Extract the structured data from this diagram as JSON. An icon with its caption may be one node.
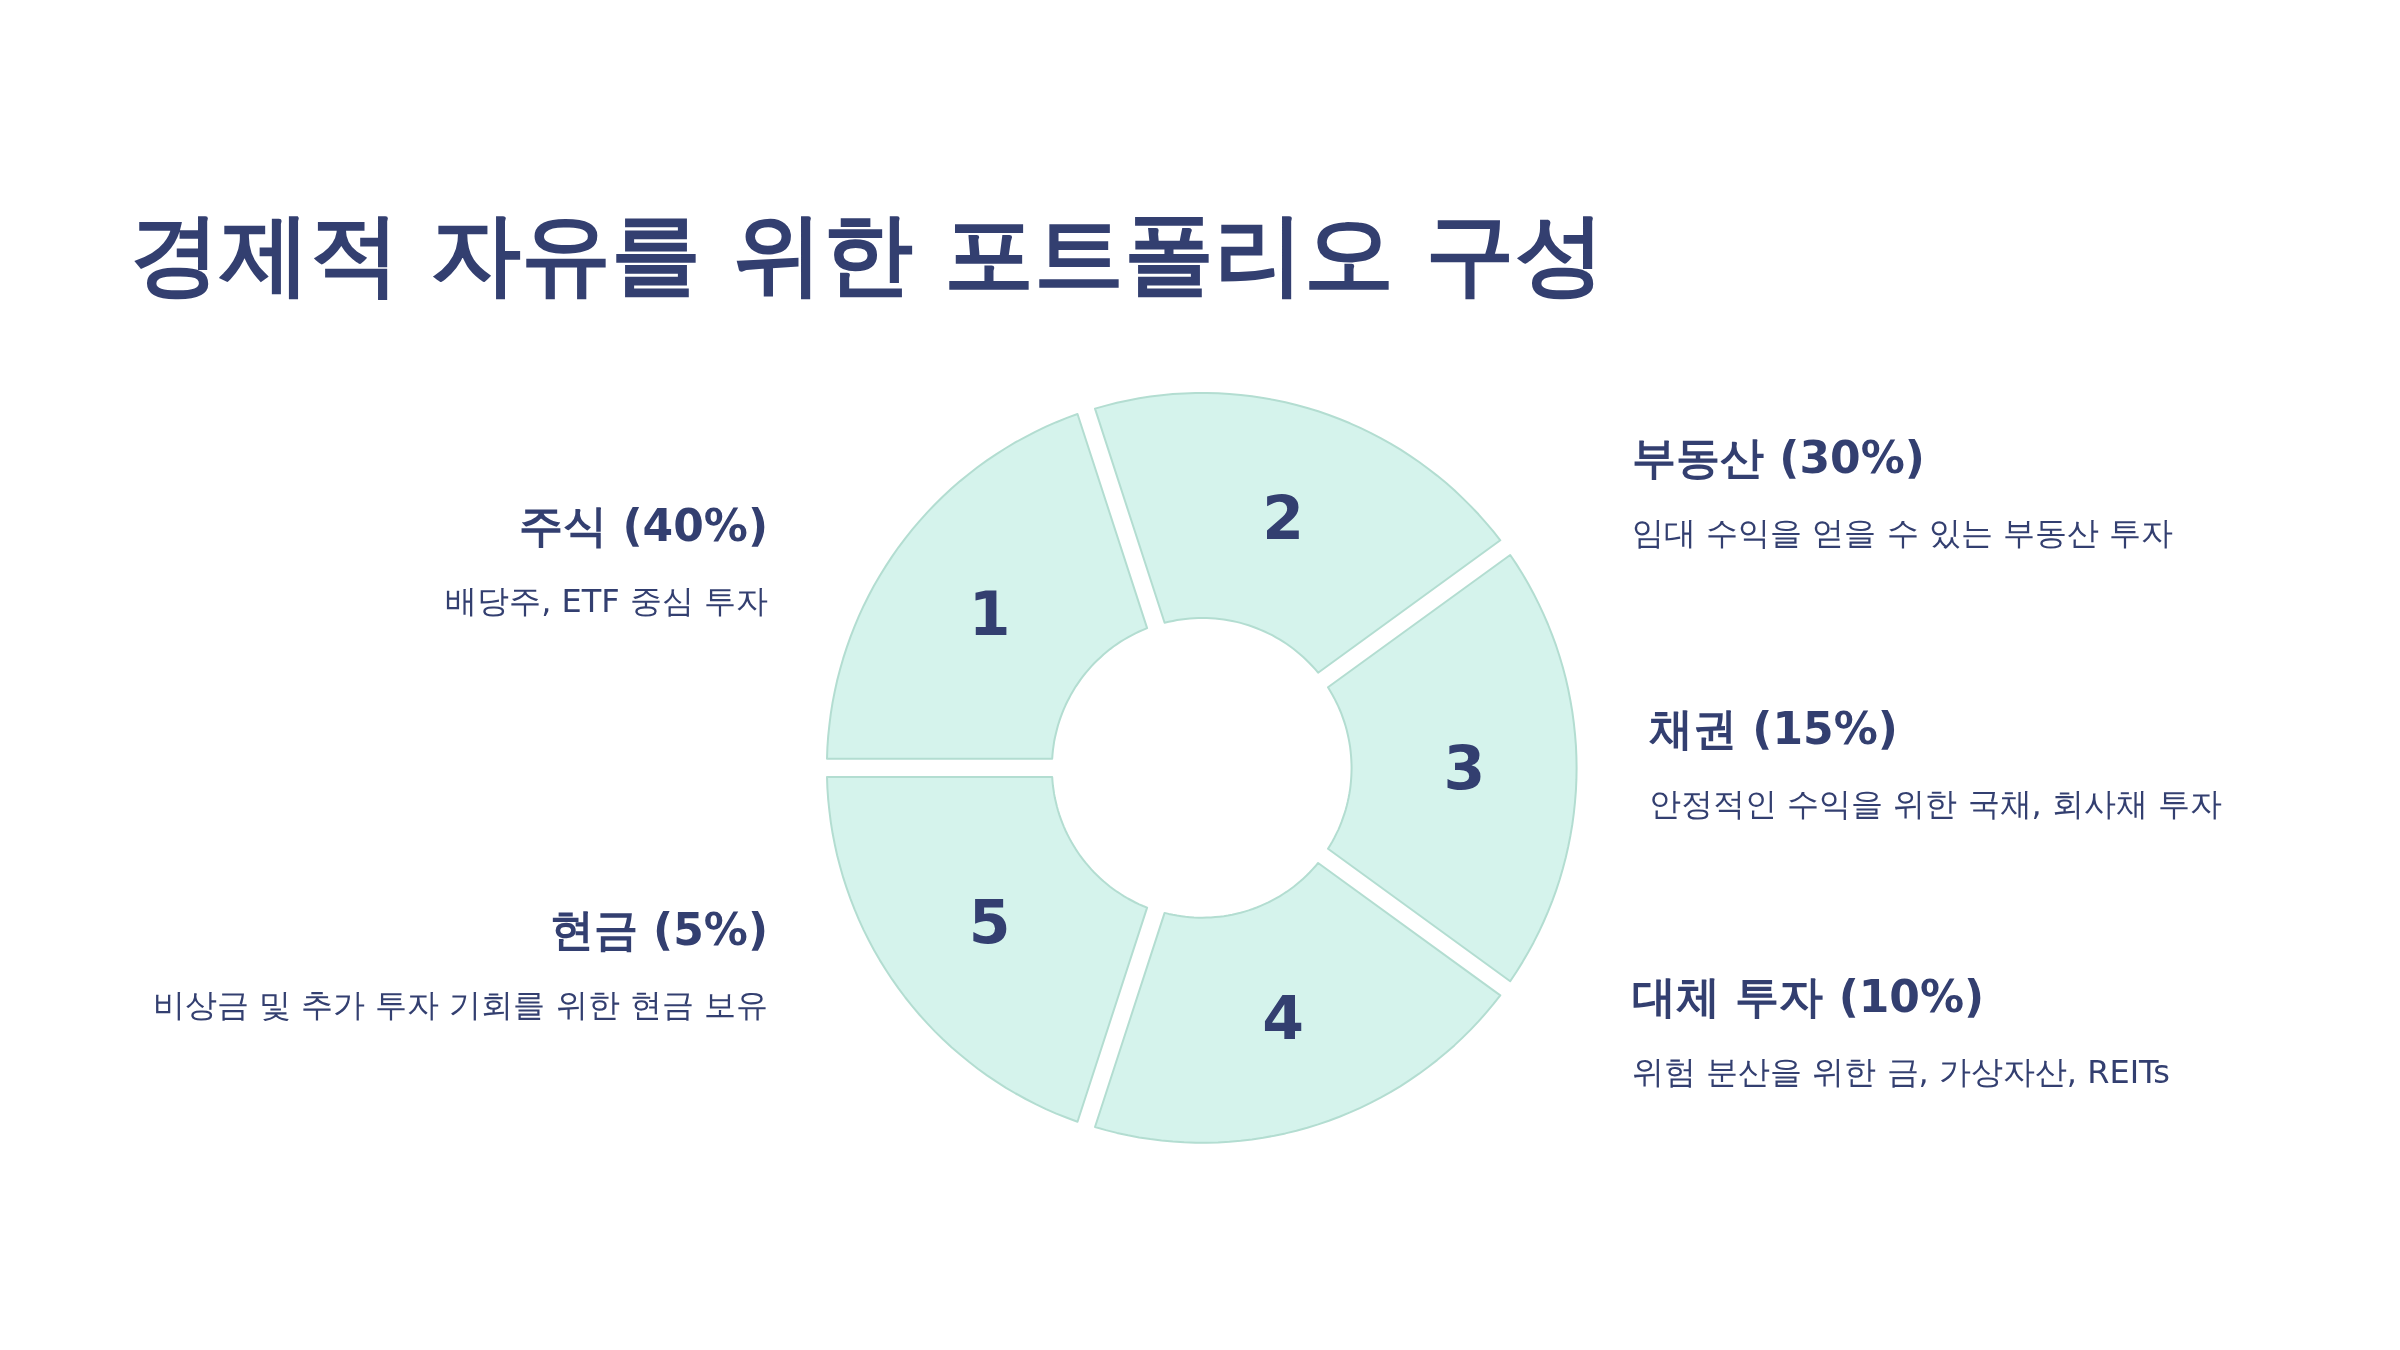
{
  "diagram": {
    "title": "경제적 자유를 위한 포트폴리오 구성",
    "nodes": [
      {
        "text": [
          "1"
        ],
        "beside": [
          "주식 (40%)",
          "배당주, ETF 중심 투자"
        ]
      },
      {
        "text": [
          "2"
        ],
        "beside": [
          "부동산 (30%)",
          "임대 수익을 얻을 수 있는 부동산 투자"
        ]
      },
      {
        "text": [
          "3"
        ],
        "beside": [
          "채권 (15%)",
          "안정적인 수익을 위한 국채, 회사채 투자"
        ]
      },
      {
        "text": [
          "4"
        ],
        "beside": [
          "대체 투자 (10%)",
          "위험 분산을 위한 금, 가상자산, REITs"
        ]
      },
      {
        "text": [
          "5"
        ],
        "beside": [
          "현금 (5%)",
          "비상금 및 추가 투자 기회를 위한 현금 보유"
        ]
      }
    ]
  }
}
